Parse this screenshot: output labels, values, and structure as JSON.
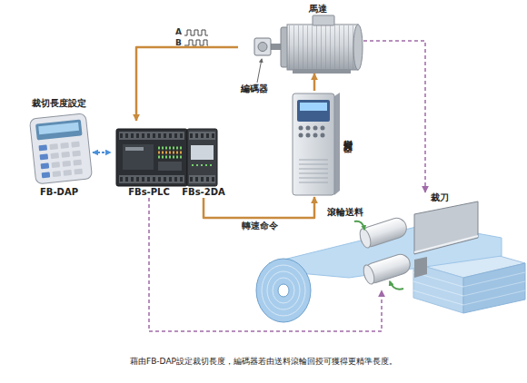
{
  "diagram": {
    "caption": "藉由FB-DAP設定裁切長度，編碼器若由送料滾輪回授可獲得更精準長度。",
    "nodes": [
      {
        "text": [
          "裁切長度設定",
          "FB-DAP"
        ]
      },
      {
        "text": [
          "FBs-PLC"
        ]
      },
      {
        "text": [
          "FBs-2DA"
        ]
      },
      {
        "text": [
          "馬達"
        ]
      },
      {
        "text": [
          "編碼器"
        ]
      },
      {
        "text": [
          "變頻器"
        ]
      },
      {
        "text": [
          "滾輪送料"
        ]
      },
      {
        "text": [
          "裁刀"
        ]
      }
    ],
    "edges": [
      {
        "from": 0,
        "to": 1,
        "arrow": "both"
      },
      {
        "from": 4,
        "to": 1,
        "arrow": "to"
      },
      {
        "from": 2,
        "to": 5,
        "arrow": "to",
        "label": "轉速命令"
      },
      {
        "from": 5,
        "to": 3,
        "arrow": "to"
      },
      {
        "from": 3,
        "to": 7,
        "arrow": "to"
      },
      {
        "from": 1,
        "to": 6,
        "arrow": "to"
      }
    ],
    "labels": [
      "A",
      "B"
    ]
  }
}
